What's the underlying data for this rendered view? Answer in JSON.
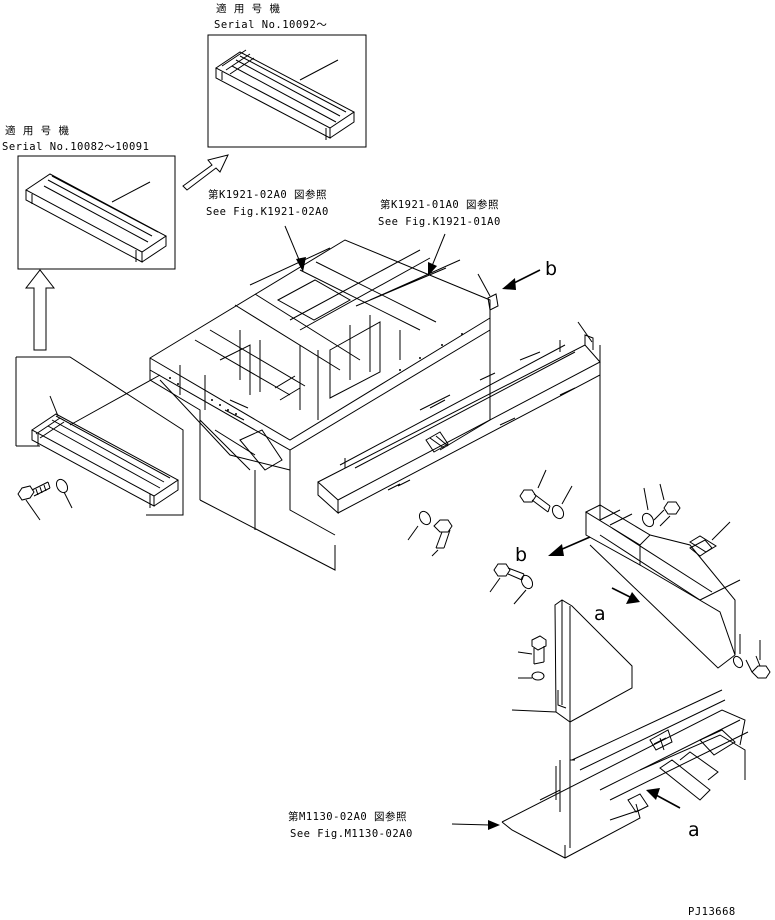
{
  "inset_top": {
    "applicable_jp": "適 用 号 機",
    "serial": "Serial No.10092～"
  },
  "inset_left": {
    "applicable_jp": "適 用 号 機",
    "serial": "Serial No.10082～10091"
  },
  "refs": {
    "k1921_02a0_jp": "第K1921-02A0 図参照",
    "k1921_02a0_en": "See Fig.K1921-02A0",
    "k1921_01a0_jp": "第K1921-01A0 図参照",
    "k1921_01a0_en": "See Fig.K1921-01A0",
    "m1130_02a0_jp": "第M1130-02A0 図参照",
    "m1130_02a0_en": "See Fig.M1130-02A0"
  },
  "markers": {
    "b_top": "b",
    "b_mid": "b",
    "a_mid": "a",
    "a_bottom": "a"
  },
  "drawing_code": "PJ13668"
}
